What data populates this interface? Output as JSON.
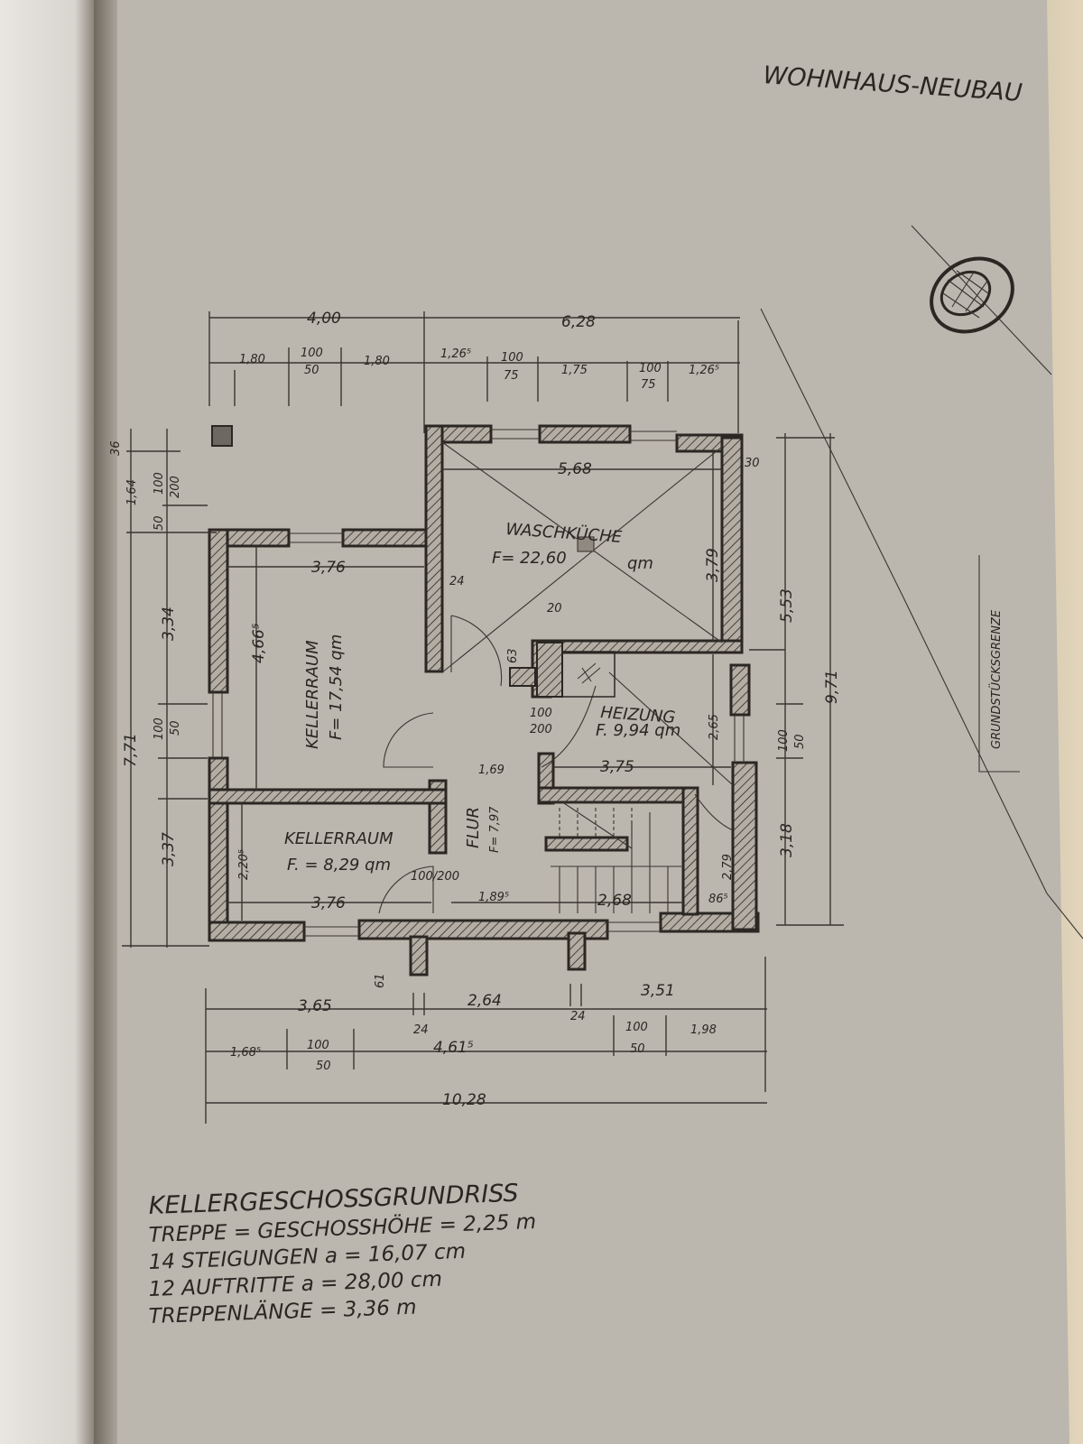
{
  "title": "WOHNHAUS-NEUBAU",
  "property_line_label": "GRUNDSTÜCKSGRENZE",
  "rooms": {
    "waschkueche": {
      "name": "WASCHKÜCHE",
      "area": "F= 22,60",
      "unit": "qm"
    },
    "kellerraum_large": {
      "name": "KELLERRAUM",
      "area": "F= 17,54 qm"
    },
    "kellerraum_small": {
      "name": "KELLERRAUM",
      "area": "F. = 8,29 qm"
    },
    "flur": {
      "name": "FLUR",
      "area": "F= 7,97"
    },
    "heizung": {
      "name": "HEIZUNG",
      "area": "F. 9,94 qm"
    }
  },
  "dimensions": {
    "top_overall": [
      "4,00",
      "6,28"
    ],
    "top_detail": [
      "1,80",
      "100",
      "50",
      "1,80",
      "1,26⁵",
      "100",
      "75",
      "1,75",
      "100",
      "75",
      "1,26⁵"
    ],
    "left_overall": "7,71",
    "left_detail": [
      "1,64",
      "3,34",
      "100",
      "50",
      "3,37",
      "100",
      "200",
      "50",
      "36"
    ],
    "right_overall": "9,71",
    "right_detail": [
      "5,53",
      "100",
      "50",
      "3,18"
    ],
    "bottom_overall": "10,28",
    "bottom_row1": [
      "3,65",
      "24",
      "2,64",
      "24",
      "3,51"
    ],
    "bottom_row2": [
      "1,68⁵",
      "100",
      "50",
      "4,61⁵",
      "100",
      "50",
      "1,98"
    ],
    "interior": [
      "5,68",
      "3,76",
      "4,66⁵",
      "3,79",
      "2,65",
      "3,75",
      "1,69",
      "3,76",
      "1,89⁵",
      "2,68",
      "2,20⁵",
      "2,79",
      "86⁵",
      "30",
      "24",
      "20",
      "61",
      "63"
    ],
    "door_marks": [
      "100",
      "200",
      "100/200"
    ]
  },
  "notes": {
    "heading": "KELLERGESCHOSSGRUNDRISS",
    "line1": "TREPPE =  GESCHOSSHÖHE = 2,25 m",
    "line2": "14 STEIGUNGEN  a =  16,07  cm",
    "line3": "12 AUFTRITTE   a =  28,00  cm",
    "line4": "TREPPENLÄNGE =    3,36  m"
  }
}
